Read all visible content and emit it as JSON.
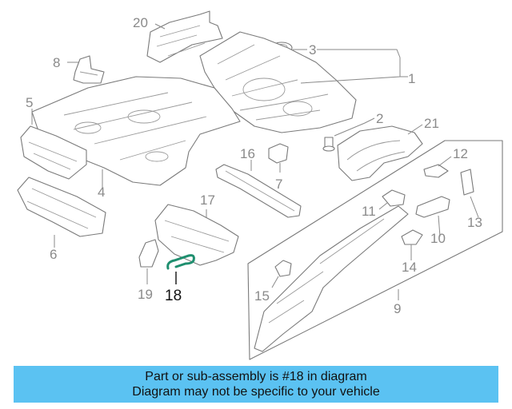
{
  "diagram": {
    "highlight_color": "#1f8f6f",
    "callouts": [
      {
        "id": "c1",
        "label": "1"
      },
      {
        "id": "c2",
        "label": "2"
      },
      {
        "id": "c3",
        "label": "3"
      },
      {
        "id": "c4",
        "label": "4"
      },
      {
        "id": "c5",
        "label": "5"
      },
      {
        "id": "c6",
        "label": "6"
      },
      {
        "id": "c7",
        "label": "7"
      },
      {
        "id": "c8",
        "label": "8"
      },
      {
        "id": "c9",
        "label": "9"
      },
      {
        "id": "c10",
        "label": "10"
      },
      {
        "id": "c11",
        "label": "11"
      },
      {
        "id": "c12",
        "label": "12"
      },
      {
        "id": "c13",
        "label": "13"
      },
      {
        "id": "c14",
        "label": "14"
      },
      {
        "id": "c15",
        "label": "15"
      },
      {
        "id": "c16",
        "label": "16"
      },
      {
        "id": "c17",
        "label": "17"
      },
      {
        "id": "c18",
        "label": "18"
      },
      {
        "id": "c19",
        "label": "19"
      },
      {
        "id": "c20",
        "label": "20"
      },
      {
        "id": "c21",
        "label": "21"
      }
    ]
  },
  "banner": {
    "line1": "Part or sub-assembly is #18 in diagram",
    "line2": "Diagram may not be specific to your vehicle",
    "background": "#5bc2f2"
  }
}
